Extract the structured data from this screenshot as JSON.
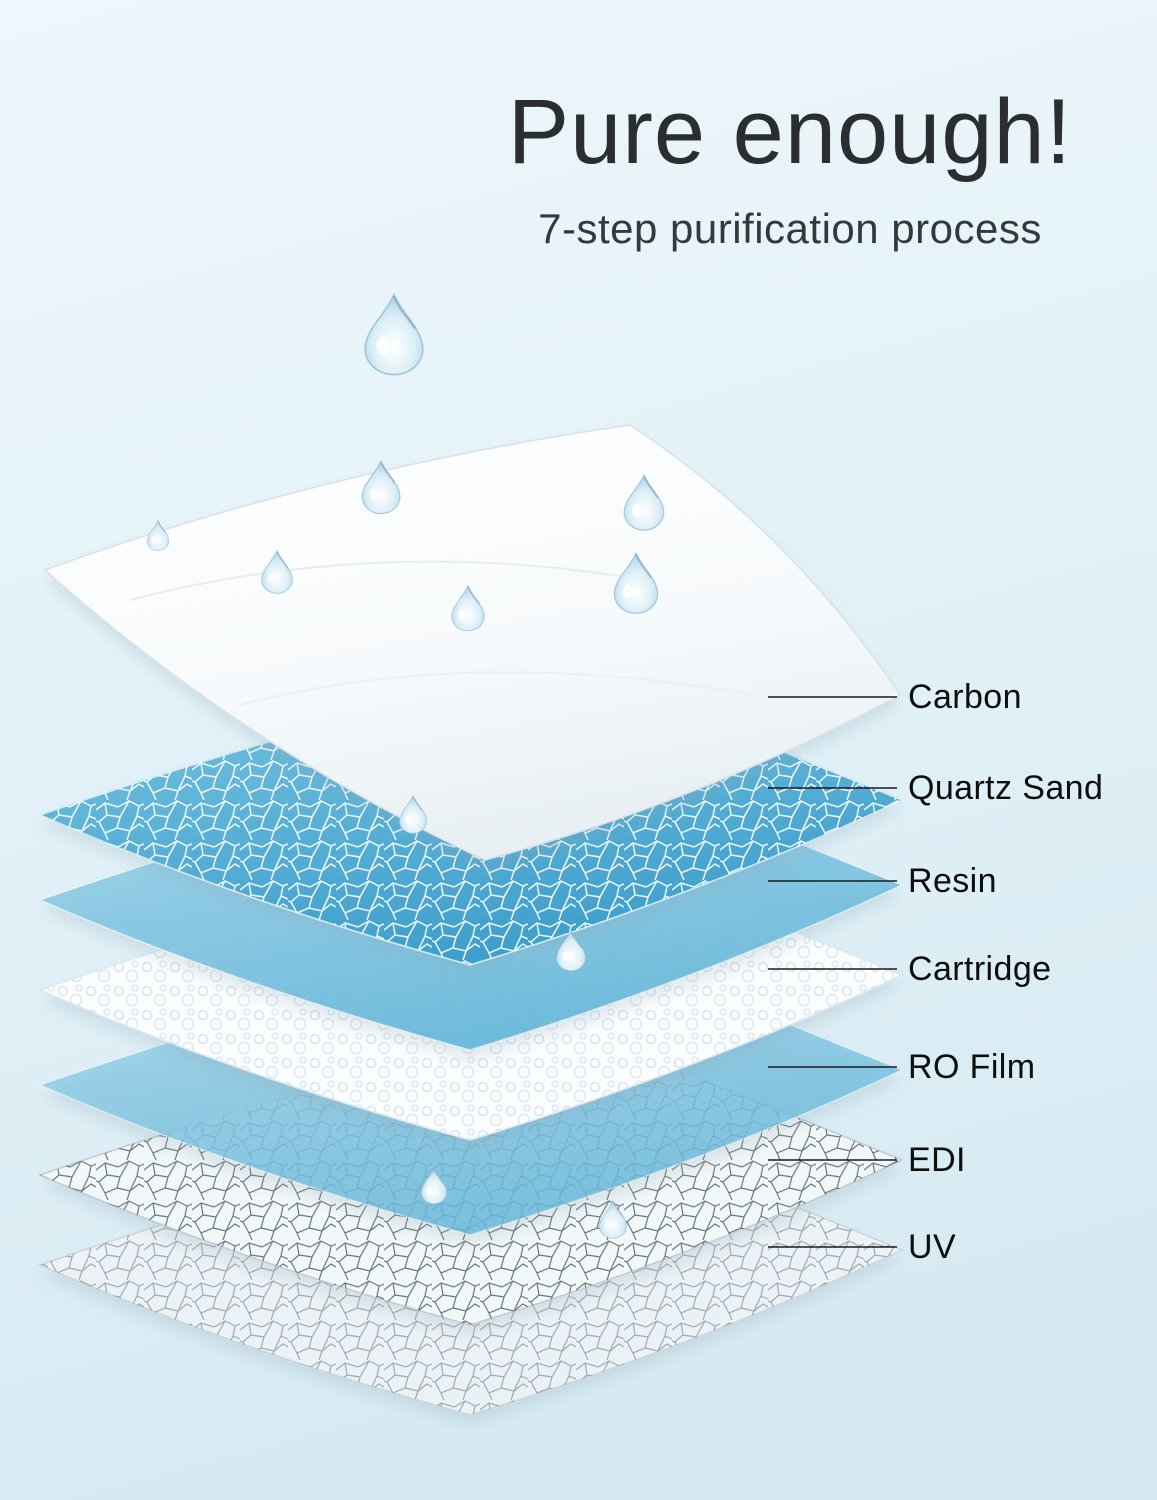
{
  "header": {
    "title": "Pure enough!",
    "subtitle": "7-step purification process"
  },
  "layers": [
    {
      "label": "Carbon",
      "material": "white-sheet"
    },
    {
      "label": "Quartz Sand",
      "material": "blue-mesh"
    },
    {
      "label": "Resin",
      "material": "blue-sheet"
    },
    {
      "label": "Cartridge",
      "material": "white-bubble-sheet"
    },
    {
      "label": "RO Film",
      "material": "blue-sheet-light"
    },
    {
      "label": "EDI",
      "material": "dark-mesh"
    },
    {
      "label": "UV",
      "material": "gray-mesh"
    }
  ],
  "decor": {
    "droplet_icon": "water-drop"
  },
  "colors": {
    "background_top": "#eef7fb",
    "background_bottom": "#d3e8f1",
    "title_text": "#2b2e31",
    "label_text": "#0d0d0d",
    "leader_line": "#1a1a1a",
    "layer_blue": "#56aed4",
    "layer_white": "#ffffff",
    "mesh_dark": "#55606b"
  }
}
